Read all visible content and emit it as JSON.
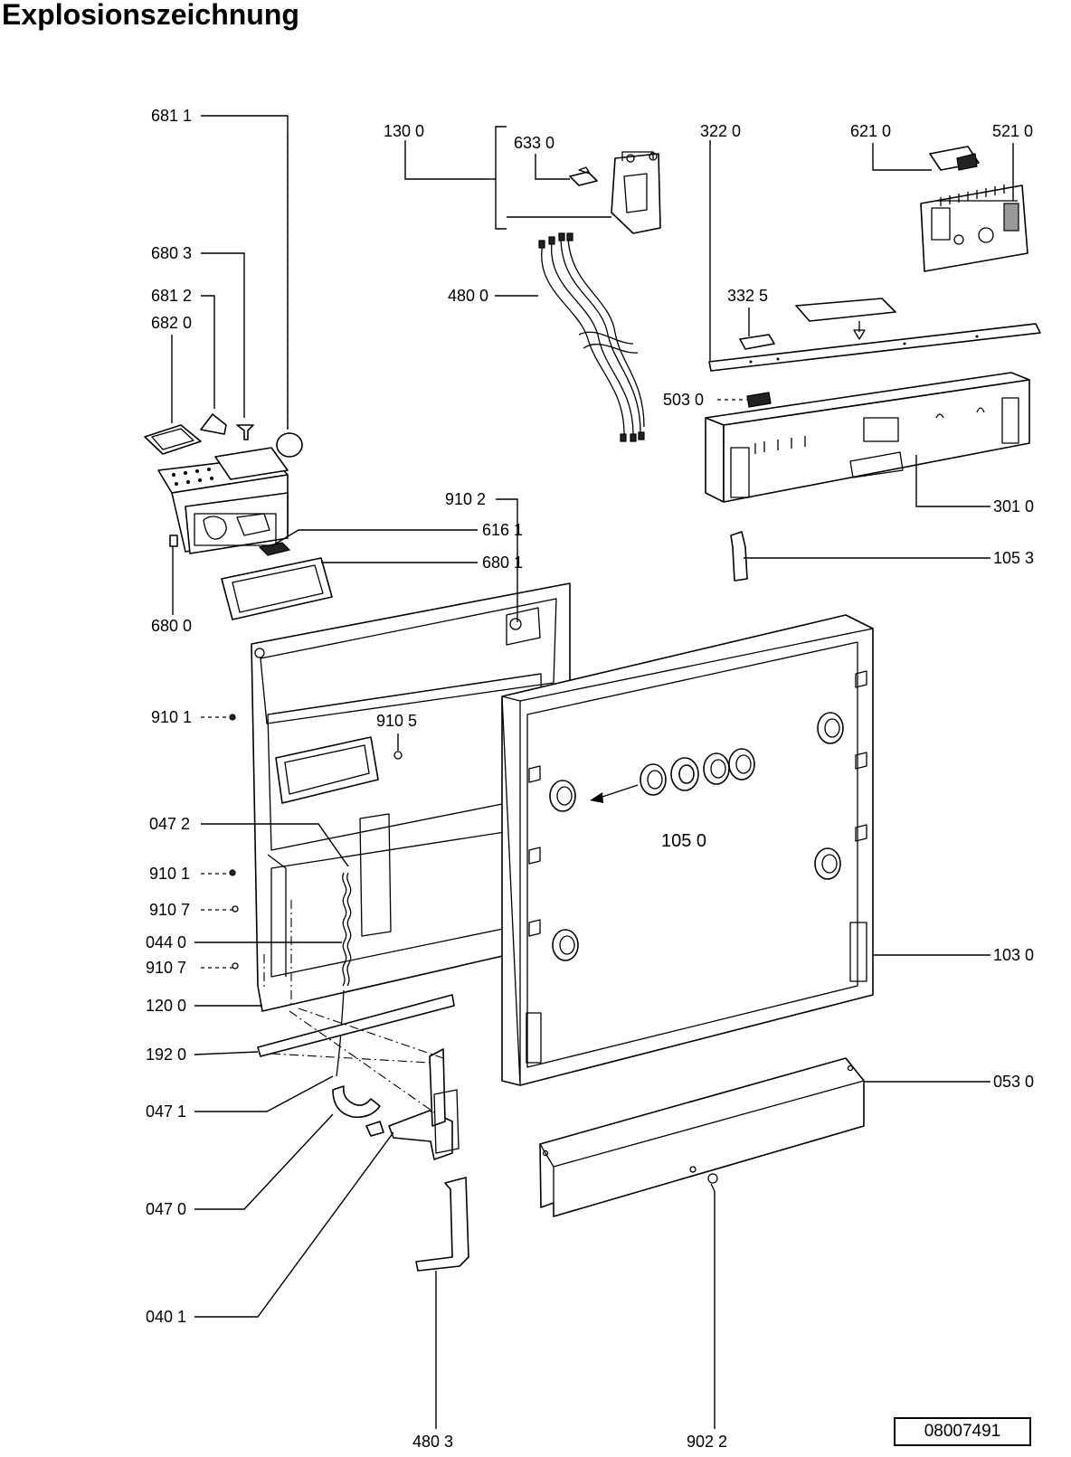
{
  "title": "Explosionszeichnung",
  "document_number": "08007491",
  "labels": {
    "p681_1": "681 1",
    "p680_3": "680 3",
    "p681_2": "681 2",
    "p682_0": "682 0",
    "p680_0": "680 0",
    "p616_1": "616 1",
    "p680_1": "680 1",
    "p130_0": "130 0",
    "p633_0": "633 0",
    "p480_0": "480 0",
    "p322_0": "322  0",
    "p621_0": "621 0",
    "p521_0": "521 0",
    "p332_5": "332 5",
    "p503_0": "503  0",
    "p301_0": "301 0",
    "p105_3": "105 3",
    "p910_2": "910 2",
    "p910_1a": "910 1",
    "p910_5": "910 5",
    "p047_2": "047 2",
    "p910_1b": "910 1",
    "p910_7a": "910 7",
    "p044_0": "044 0",
    "p910_7b": "910 7",
    "p120_0": "120 0",
    "p192_0": "192 0",
    "p047_1": "047 1",
    "p047_0": "047 0",
    "p040_1": "040 1",
    "p480_3": "480 3",
    "p105_0": "105 0",
    "p103_0": "103 0",
    "p053_0": "053 0",
    "p902_2": "902 2"
  }
}
